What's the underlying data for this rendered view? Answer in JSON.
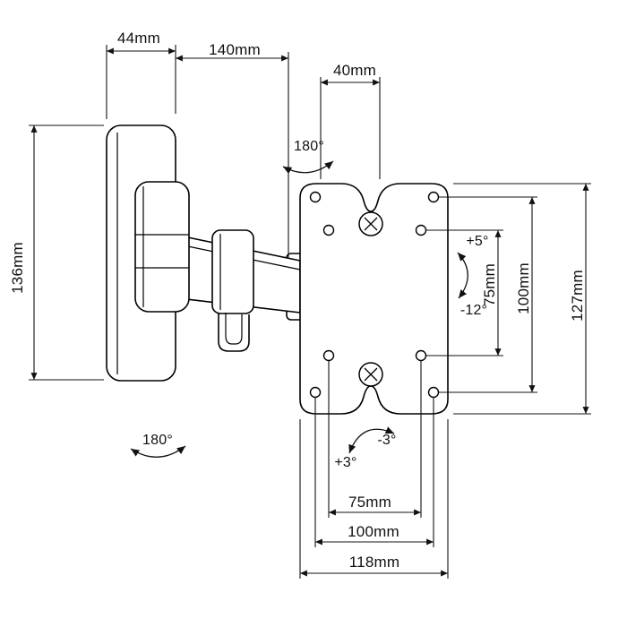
{
  "diagram": {
    "background": "#ffffff",
    "line_color": "#111111",
    "dimensions": {
      "top": {
        "wall_plate_depth": "44mm",
        "arm_length": "140mm",
        "head_depth": "40mm"
      },
      "left": {
        "wall_plate_height": "136mm"
      },
      "right": {
        "vesa_vertical_inner": "75mm",
        "vesa_vertical_outer": "100mm",
        "plate_height": "127mm"
      },
      "bottom": {
        "vesa_horizontal_inner": "75mm",
        "vesa_horizontal_outer": "100mm",
        "plate_width": "118mm"
      }
    },
    "angles": {
      "swivel_arm": "180°",
      "swivel_base": "180°",
      "tilt_up": "+5°",
      "tilt_down": "-12°",
      "rotate_pos": "+3°",
      "rotate_neg": "-3°"
    }
  }
}
